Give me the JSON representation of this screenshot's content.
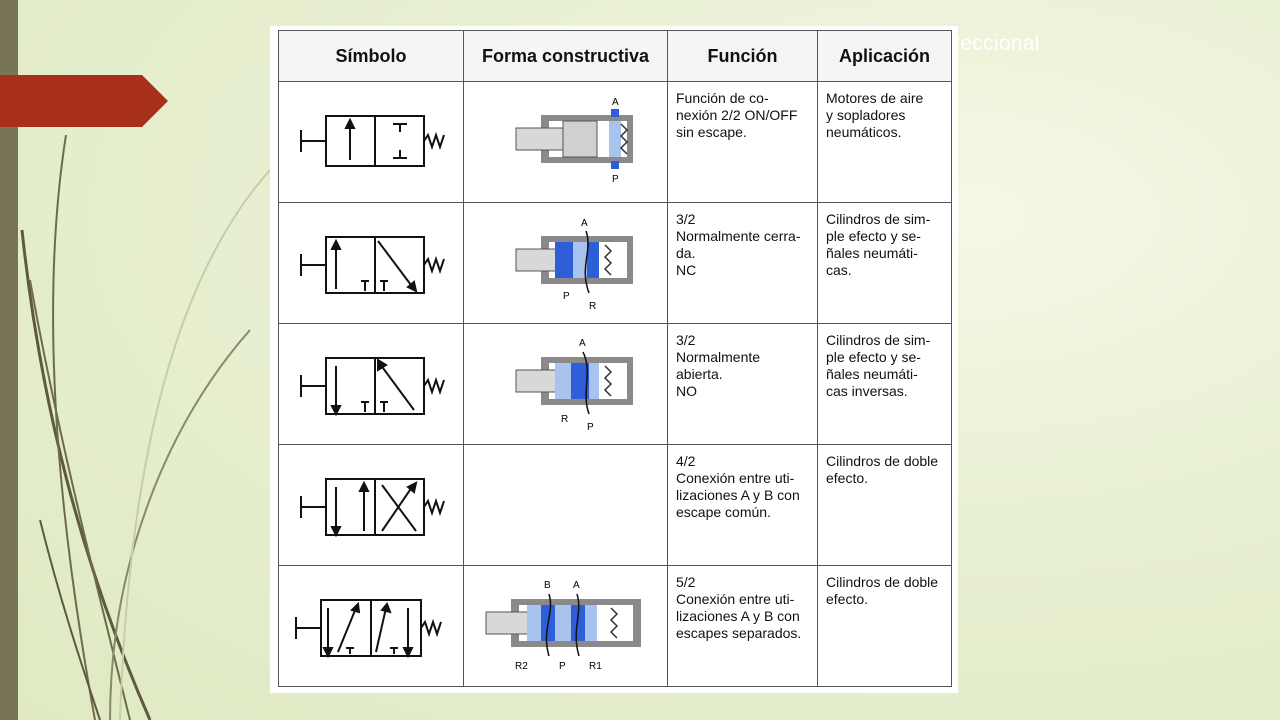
{
  "slide": {
    "title_fragment": "reccional",
    "colors": {
      "background": "#e8f0d2",
      "left_bar": "#787456",
      "accent": "#a8301a",
      "valve_blue": "#2f5fd8",
      "valve_light_blue": "#a8c4ee",
      "valve_gray": "#8a8a8a"
    }
  },
  "table": {
    "headers": [
      "Símbolo",
      "Forma constructiva",
      "Función",
      "Aplicación"
    ],
    "rows": [
      {
        "funcion": "Función de co-\nnexión 2/2 ON/OFF\nsin escape.",
        "aplicacion": "Motores de aire\ny sopladores\nneumáticos.",
        "ports": [
          "A",
          "P"
        ]
      },
      {
        "funcion": "3/2\nNormalmente cerra-\nda.\nNC",
        "aplicacion": "Cilindros de sim-\nple efecto y se-\nñales neumáti-\ncas.",
        "ports": [
          "A",
          "P",
          "R"
        ]
      },
      {
        "funcion": "3/2\nNormalmente\nabierta.\nNO",
        "aplicacion": "Cilindros de sim-\nple efecto y se-\nñales neumáti-\ncas inversas.",
        "ports": [
          "A",
          "R",
          "P"
        ]
      },
      {
        "funcion": "4/2\nConexión entre uti-\nlizaciones A y B con\nescape común.",
        "aplicacion": "Cilindros de doble\nefecto.",
        "ports": []
      },
      {
        "funcion": "5/2\nConexión entre uti-\nlizaciones A y B con\nescapes separados.",
        "aplicacion": "Cilindros de doble\nefecto.",
        "ports": [
          "B",
          "A",
          "R2",
          "P",
          "R1"
        ]
      }
    ]
  }
}
